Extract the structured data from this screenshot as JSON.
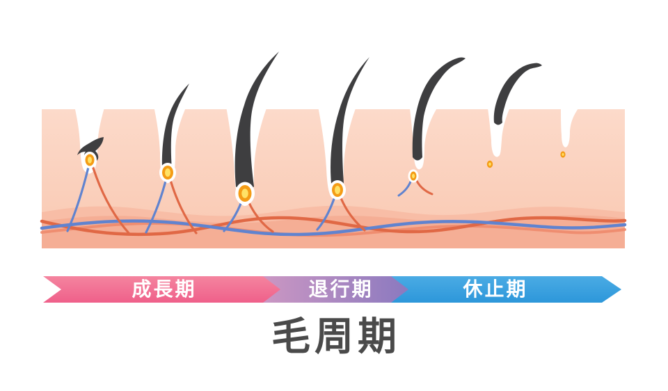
{
  "title": {
    "text": "毛周期"
  },
  "timeline": {
    "phases": [
      {
        "label": "成長期"
      },
      {
        "label": "退行期"
      },
      {
        "label": "休止期"
      }
    ]
  },
  "colors": {
    "label_text": "#ffffff",
    "title_text": "#4a4a4a",
    "phase_growth_light": "#f4849f",
    "phase_growth": "#ef608a",
    "phase_regression_start": "#cb97c3",
    "phase_regression_end": "#8b79bf",
    "phase_rest_light": "#4aabe4",
    "phase_rest": "#2d97da",
    "skin_top": "#fcdaca",
    "skin_bottom": "#f9c8b1",
    "dermis_light": "#f8bda6",
    "dermis_dark": "#f5ae95",
    "vessel_red": "#e06845",
    "vessel_red_light": "#ee8a6b",
    "vessel_blue": "#6083cf",
    "hair": "#3e3e40",
    "bulb_outer": "#f49c16",
    "bulb_inner": "#ffe266"
  }
}
